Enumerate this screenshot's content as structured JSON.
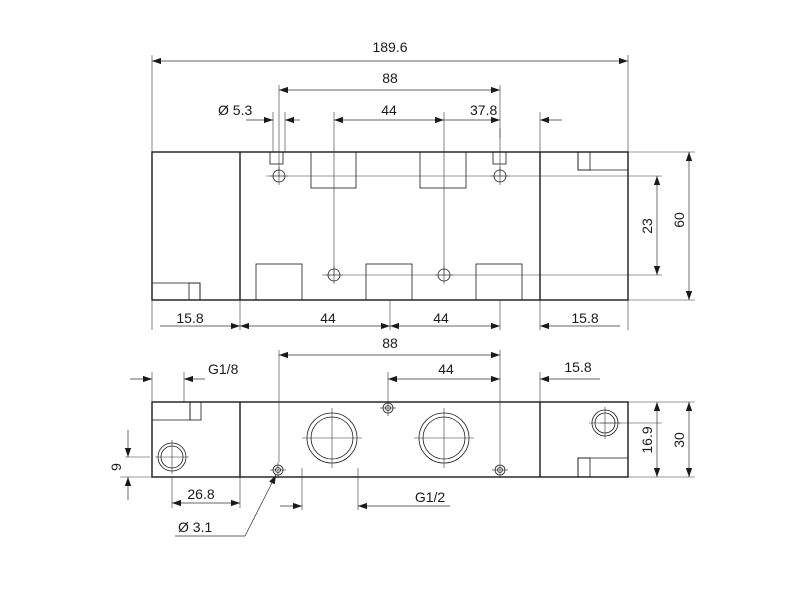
{
  "top_view": {
    "overall_width": "189.6",
    "port_span": "88",
    "port_pitch_top": "44",
    "right_offset_top": "37.8",
    "hole_diameter": "Ø 5.3",
    "inner_height": "23",
    "overall_height": "60",
    "left_end": "15.8",
    "pitch_bottom_left": "44",
    "pitch_bottom_right": "44",
    "right_end": "15.8"
  },
  "front_view": {
    "port_span": "88",
    "pilot_thread": "G1/8",
    "pitch": "44",
    "right_end": "15.8",
    "pilot_height": "9",
    "port_height": "16.9",
    "overall_height": "30",
    "pilot_offset": "26.8",
    "port_thread": "G1/2",
    "hole_diameter": "Ø 3.1"
  }
}
